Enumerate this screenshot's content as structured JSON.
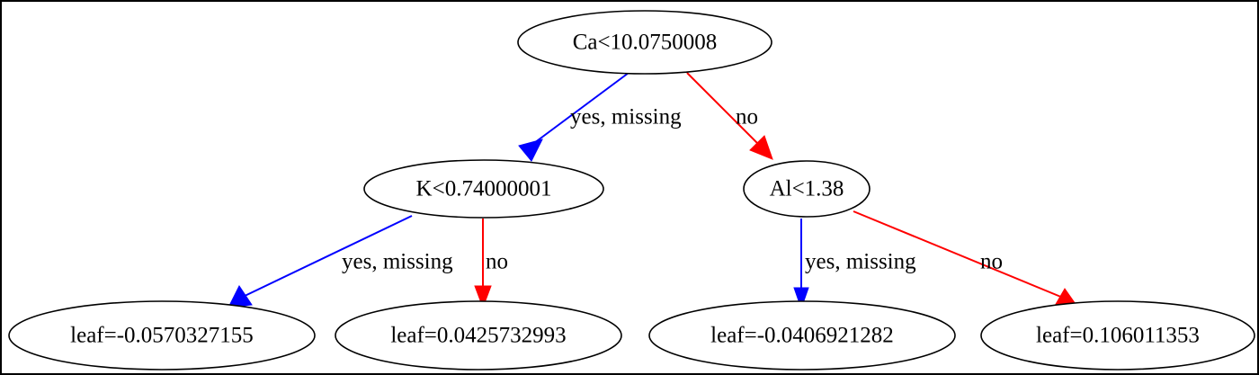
{
  "diagram": {
    "type": "decision-tree",
    "background_color": "#ffffff",
    "border_color": "#000000",
    "edge_yes_color": "#0000ff",
    "edge_no_color": "#ff0000",
    "node_fill": "#ffffff",
    "node_stroke": "#000000",
    "nodes": [
      {
        "id": "root",
        "label": "Ca<10.0750008",
        "kind": "split"
      },
      {
        "id": "n1",
        "label": "K<0.74000001",
        "kind": "split"
      },
      {
        "id": "n2",
        "label": "Al<1.38",
        "kind": "split"
      },
      {
        "id": "l1",
        "label": "leaf=-0.0570327155",
        "kind": "leaf"
      },
      {
        "id": "l2",
        "label": "leaf=0.0425732993",
        "kind": "leaf"
      },
      {
        "id": "l3",
        "label": "leaf=-0.0406921282",
        "kind": "leaf"
      },
      {
        "id": "l4",
        "label": "leaf=0.106011353",
        "kind": "leaf"
      }
    ],
    "edges": [
      {
        "from": "root",
        "to": "n1",
        "label": "yes, missing",
        "branch": "yes"
      },
      {
        "from": "root",
        "to": "n2",
        "label": "no",
        "branch": "no"
      },
      {
        "from": "n1",
        "to": "l1",
        "label": "yes, missing",
        "branch": "yes"
      },
      {
        "from": "n1",
        "to": "l2",
        "label": "no",
        "branch": "no"
      },
      {
        "from": "n2",
        "to": "l3",
        "label": "yes, missing",
        "branch": "yes"
      },
      {
        "from": "n2",
        "to": "l4",
        "label": "no",
        "branch": "no"
      }
    ]
  }
}
